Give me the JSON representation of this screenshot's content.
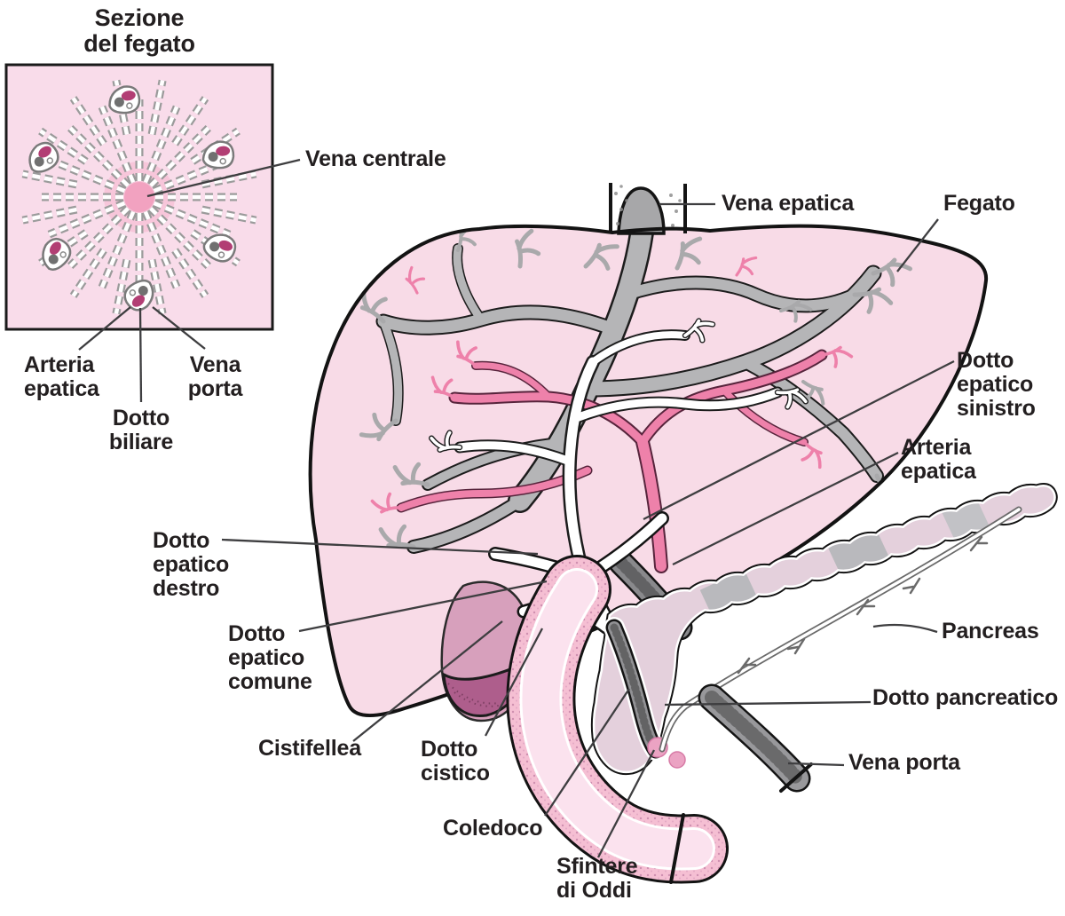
{
  "colors": {
    "liver_fill": "#f8dbe7",
    "lobule_bg": "#f9dcea",
    "central_vein_pink": "#f2a2c0",
    "vein_gray": "#b5b5b7",
    "portal_gray": "#98989b",
    "artery_pink": "#ee81aa",
    "duct_white": "#ffffff",
    "gallbladder_body": "#d7a0bc",
    "gallbladder_fundus": "#ae5e8c",
    "duodenum_band": "#f5bfd3",
    "duodenum_inner": "#fbe2ee",
    "pancreas_fill": "#e4d0dc",
    "sphincter_pink": "#eba3c3",
    "text": "#231f20",
    "leader": "#3e3e40"
  },
  "inset": {
    "title": [
      "Sezione",
      "del fegato"
    ],
    "labels": {
      "vena_centrale": "Vena centrale",
      "arteria_epatica": [
        "Arteria",
        "epatica"
      ],
      "dotto_biliare": [
        "Dotto",
        "biliare"
      ],
      "vena_porta": [
        "Vena",
        "porta"
      ]
    }
  },
  "main": {
    "labels": {
      "vena_epatica": "Vena epatica",
      "fegato": "Fegato",
      "dotto_epatico_sinistro": [
        "Dotto",
        "epatico",
        "sinistro"
      ],
      "arteria_epatica": [
        "Arteria",
        "epatica"
      ],
      "dotto_epatico_destro": [
        "Dotto",
        "epatico",
        "destro"
      ],
      "dotto_epatico_comune": [
        "Dotto",
        "epatico",
        "comune"
      ],
      "cistifellea": "Cistifellea",
      "dotto_cistico": [
        "Dotto",
        "cistico"
      ],
      "coledoco": "Coledoco",
      "sfintere_di_oddi": [
        "Sfintere",
        "di Oddi"
      ],
      "pancreas": "Pancreas",
      "dotto_pancreatico": "Dotto pancreatico",
      "vena_porta": "Vena porta"
    }
  }
}
